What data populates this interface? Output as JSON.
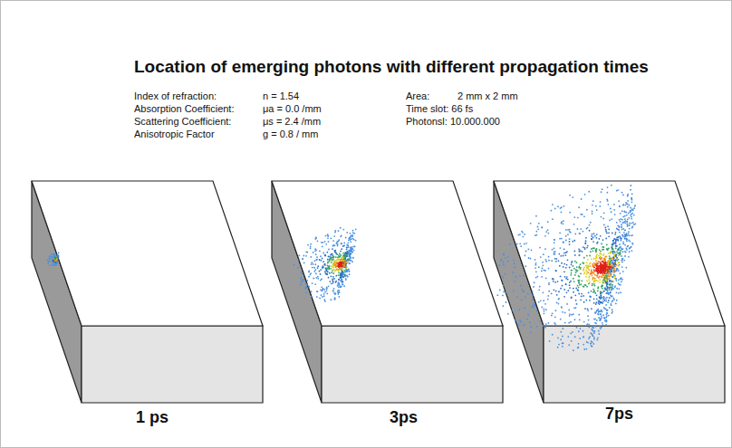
{
  "diagram": {
    "title": "Location of emerging photons with different propagation times",
    "labels": [
      "Index of refraction:",
      "n = 1.54",
      "Absorption Coefficient:",
      "μa = 0.0 /mm",
      "Scattering Coefficient:",
      "μs = 2.4 /mm",
      "Anisotropic Factor",
      "g = 0.8 / mm",
      "Area:",
      "2 mm x 2 mm",
      "Time slot: 66 fs",
      "Photonsl: 10.000.000",
      "1 ps",
      "3ps",
      "7ps"
    ]
  }
}
